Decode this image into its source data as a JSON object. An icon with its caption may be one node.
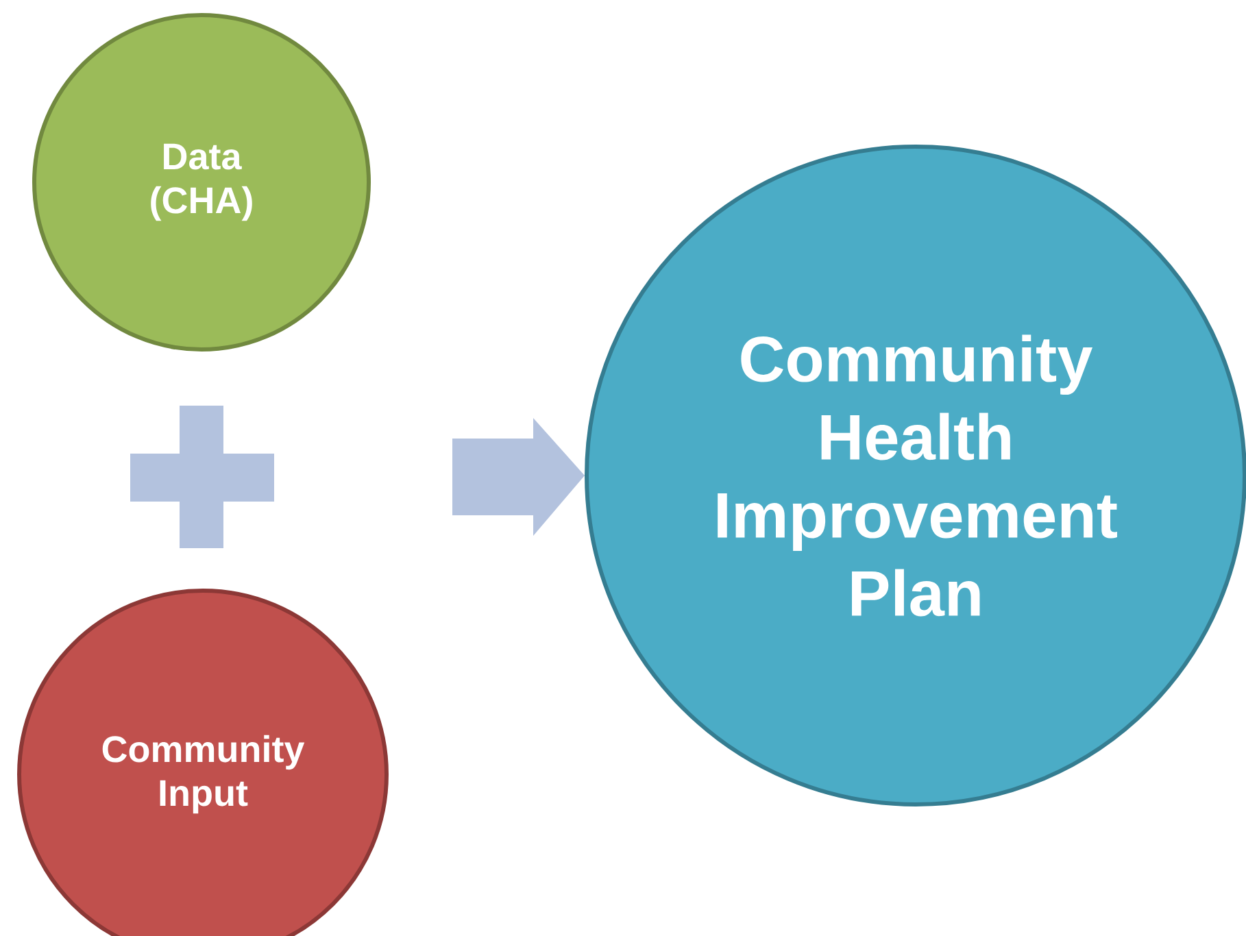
{
  "diagram": {
    "nodes": [
      {
        "text": [
          "Data (CHA)"
        ]
      },
      {
        "text": [
          "Community Input"
        ]
      },
      {
        "text": [
          "Community Health Improvement Plan"
        ]
      },
      {
        "text": [],
        "shape": "plus"
      }
    ],
    "edges": [
      {
        "from": null,
        "to": 2,
        "arrow": "to"
      }
    ]
  }
}
